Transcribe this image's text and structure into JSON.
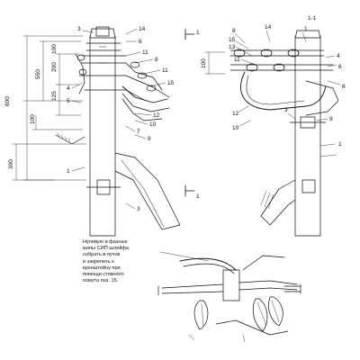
{
  "drawing": {
    "section_label": "1-1",
    "section_mark": "1",
    "dimensions": [
      "800",
      "550",
      "300",
      "200",
      "100",
      "125",
      "100",
      "100"
    ],
    "callouts_left": [
      "3",
      "14",
      "6",
      "11",
      "8",
      "11",
      "15",
      "4",
      "5",
      "12",
      "10",
      "7",
      "9",
      "1",
      "3"
    ],
    "callouts_right": [
      "8",
      "14",
      "1",
      "15",
      "13",
      "11",
      "4",
      "6",
      "8",
      "12",
      "3",
      "9",
      "10",
      "1"
    ]
  },
  "note": {
    "lines": [
      "Нулевую и фазные",
      "жилы СИП шлейфа",
      "собрать в пучок",
      "и закрепить к",
      "кронштейну при",
      "помощи стяжного",
      "хомута поз. 15."
    ]
  },
  "colors": {
    "line": "#111111",
    "paper": "#ffffff"
  }
}
